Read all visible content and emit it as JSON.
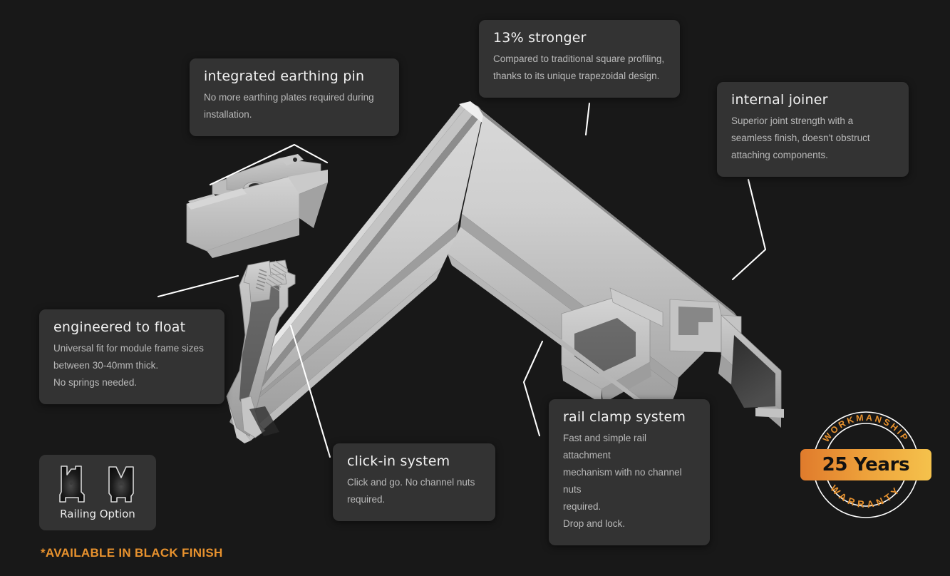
{
  "page": {
    "background_color": "#181818",
    "accent_color": "#e8922e",
    "card_color": "#333333"
  },
  "callouts": [
    {
      "id": "earthing-pin",
      "title": "integrated earthing pin",
      "lines": [
        "No more earthing plates required during",
        "installation."
      ]
    },
    {
      "id": "stronger",
      "title": "13% stronger",
      "lines": [
        "Compared to traditional square profiling,",
        "thanks to its unique trapezoidal design."
      ]
    },
    {
      "id": "internal-joiner",
      "title": "internal joiner",
      "lines": [
        "Superior joint strength with a",
        "seamless finish, doesn't obstruct",
        "attaching components."
      ]
    },
    {
      "id": "engineered-to-float",
      "title": "engineered to float",
      "lines": [
        "Universal fit for module frame sizes",
        "between 30-40mm thick.",
        "No springs needed."
      ]
    },
    {
      "id": "click-in-system",
      "title": "click-in system",
      "lines": [
        "Click and go. No channel nuts",
        "required."
      ]
    },
    {
      "id": "rail-clamp-system",
      "title": "rail clamp system",
      "lines": [
        "Fast and simple rail attachment",
        "mechanism with no channel nuts",
        "required.",
        "Drop and lock."
      ]
    }
  ],
  "railing_option": {
    "label": "Railing Option",
    "icon_left": "rail-profile-tall-icon",
    "icon_right": "rail-profile-short-icon"
  },
  "black_finish_note": "*AVAILABLE IN BLACK FINISH",
  "warranty_badge": {
    "banner_text": "25 Years",
    "top_arc_text": "WORKMANSHIP",
    "bottom_arc_text": "WARRANTY",
    "gradient_start": "#e07b2c",
    "gradient_end": "#f5c24c",
    "ring_color": "#ffffff"
  },
  "product": {
    "name": "solar-mounting-rail-assembly",
    "description": "aluminium trapezoidal mounting rail with module clamp"
  }
}
